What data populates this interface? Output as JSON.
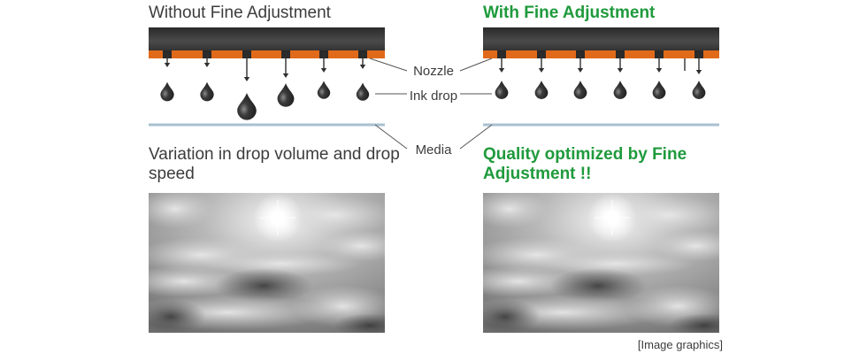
{
  "left": {
    "title": "Without Fine Adjustment",
    "description": "Variation in drop volume and drop speed"
  },
  "right": {
    "title": "With Fine Adjustment",
    "description": "Quality optimized by Fine Adjustment !!"
  },
  "labels": {
    "nozzle": "Nozzle",
    "ink_drop": "Ink drop",
    "media": "Media"
  },
  "caption": "[Image graphics]",
  "colors": {
    "head": "#3b3b3b",
    "nozzle_plate": "#e06a1a",
    "media": "#a9c1d0",
    "ink": "#2f2f2f",
    "accent_green": "#1f9a3c",
    "text": "#3c3c3c"
  },
  "icons": {
    "photo": "sky-with-sun-and-clouds"
  }
}
